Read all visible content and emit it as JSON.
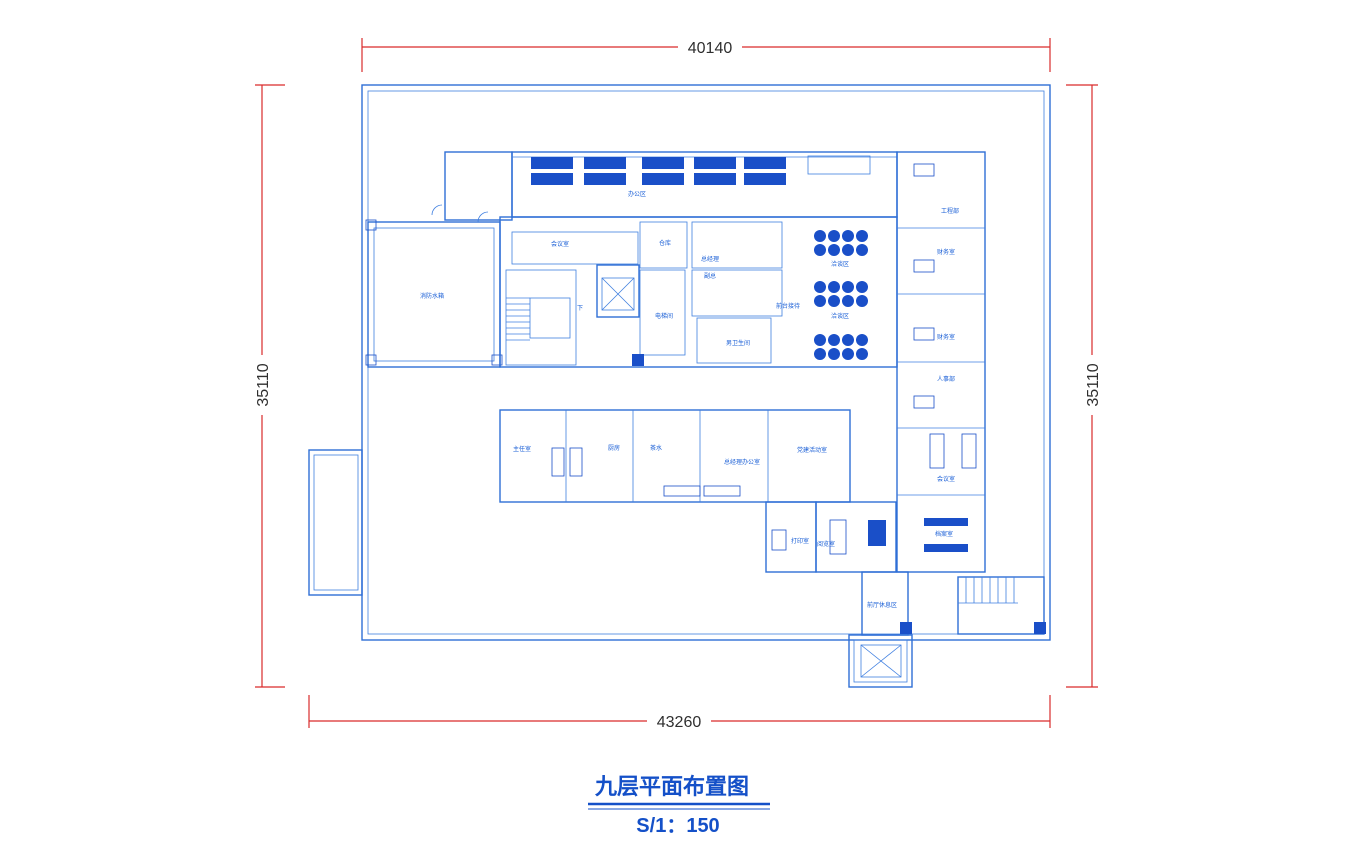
{
  "dimensions": {
    "top_width": "40140",
    "bottom_width": "43260",
    "left_height": "35110",
    "right_height": "35110"
  },
  "title": "九层平面布置图",
  "scale": "S/1：150",
  "rooms": {
    "roof_room": "消防水箱",
    "stair_down": "下",
    "open_office": "办公区",
    "meeting_small": "会议室",
    "storage": "仓库",
    "office_a": "总经理",
    "office_b": "副总",
    "reception": "前台接待",
    "electrical": "电梯间",
    "washroom": "男卫生间",
    "seating_1": "洽谈区",
    "seating_2": "洽谈区",
    "right_office_1": "工程部",
    "right_office_2": "财务室",
    "right_office_3": "财务室",
    "right_office_4": "人事部",
    "meeting_right": "会议室",
    "archive": "档案室",
    "bottom_1": "主任室",
    "bottom_2": "厨房",
    "bottom_3": "茶水",
    "bottom_4": "总经理办公室",
    "bottom_5": "党建活动室",
    "printing": "打印室",
    "reading": "阅览室",
    "lobby": "前厅休息区"
  },
  "colors": {
    "wall": "#2f6fd6",
    "dimension": "#d92b2b",
    "furniture": "#1a4fc8",
    "title": "#1450c8"
  }
}
